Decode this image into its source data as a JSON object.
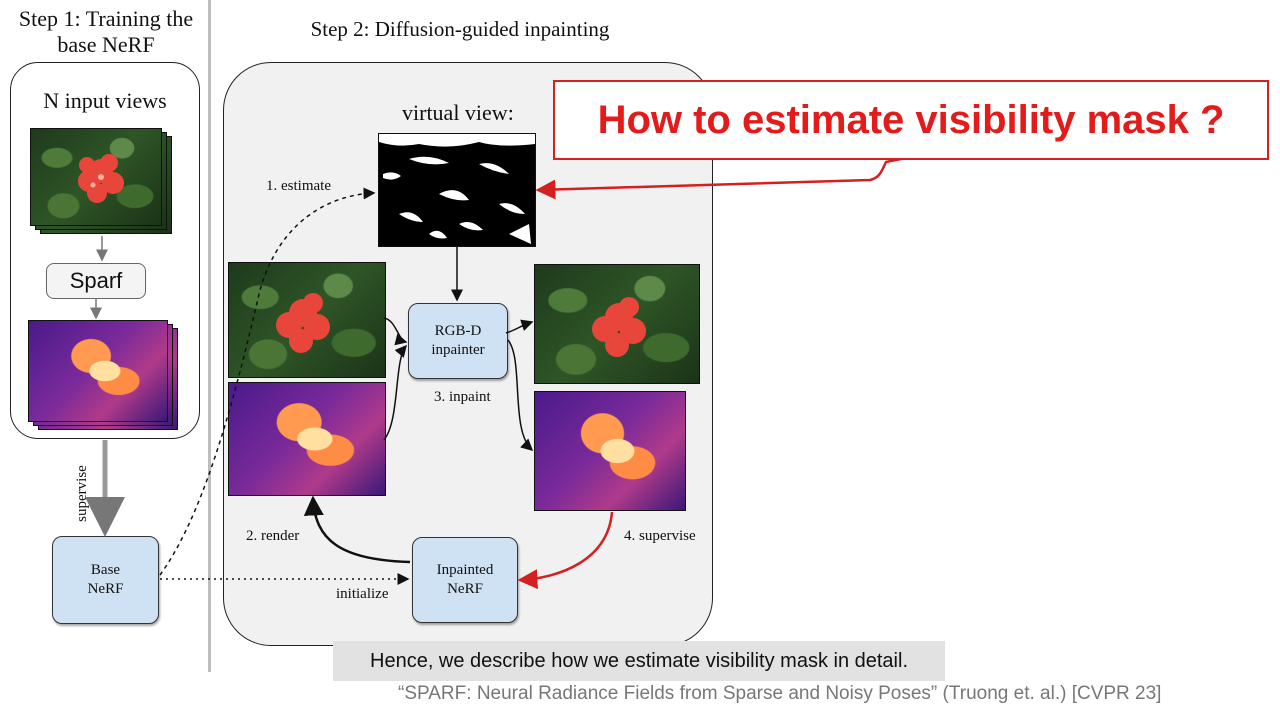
{
  "step1": {
    "title_line1": "Step 1: Training the",
    "title_line2": "base NeRF",
    "input_label": "N input views",
    "sparf_label": "Sparf"
  },
  "step2": {
    "title": "Step 2: Diffusion-guided inpainting",
    "virtual_view_label": "virtual view:",
    "estimate_label": "1. estimate",
    "render_label": "2. render",
    "inpaint_label": "3. inpaint",
    "supervise_label": "4. supervise",
    "initialize_label": "initialize",
    "rgbd_box": "RGB-D\ninpainter",
    "inpainted_box": "Inpainted\nNeRF"
  },
  "left": {
    "supervise_label": "supervise",
    "base_box": "Base\nNeRF"
  },
  "callout": {
    "text": "How to estimate visibility mask ?",
    "color": "#e31b1b"
  },
  "subtitle": "Hence, we describe how we estimate visibility mask in detail.",
  "citation": "“SPARF: Neural Radiance Fields from Sparse and Noisy Poses” (Truong et. al.) [CVPR 23]"
}
